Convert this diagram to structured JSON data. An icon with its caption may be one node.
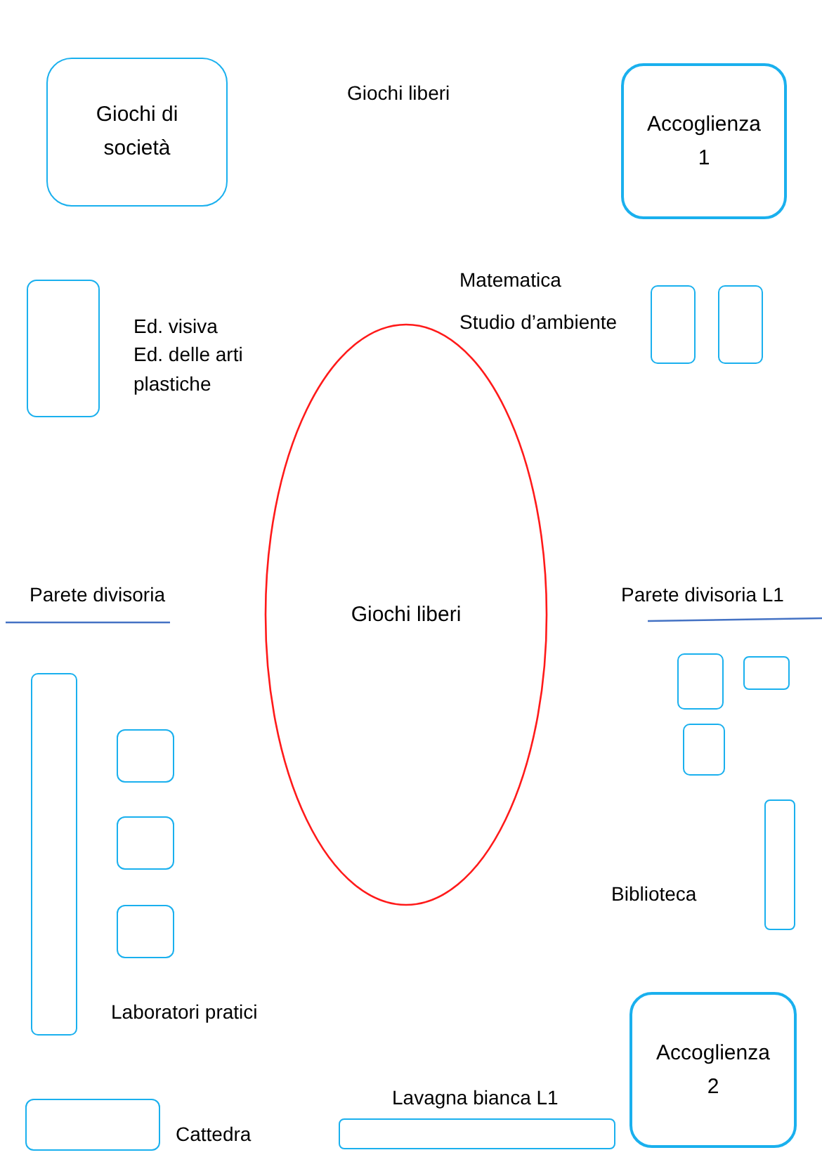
{
  "diagram": {
    "nodes": [
      {
        "text": [
          "Giochi di società"
        ]
      },
      {
        "text": [
          "Accoglienza 1"
        ]
      },
      {
        "text": [],
        "shape": "box"
      },
      {
        "text": [],
        "shape": "box"
      },
      {
        "text": [],
        "shape": "box"
      },
      {
        "text": [
          "Giochi liberi"
        ]
      },
      {
        "text": [],
        "shape": "box"
      },
      {
        "text": [],
        "shape": "box"
      },
      {
        "text": [],
        "shape": "box"
      },
      {
        "text": [],
        "shape": "box"
      },
      {
        "text": [],
        "shape": "box"
      },
      {
        "text": [],
        "shape": "box"
      },
      {
        "text": [],
        "shape": "box"
      },
      {
        "text": [],
        "shape": "box"
      },
      {
        "text": [
          "Accoglienza 2"
        ]
      },
      {
        "text": [],
        "shape": "box"
      },
      {
        "text": [],
        "shape": "box"
      }
    ],
    "labels": [
      "Giochi liberi",
      "Matematica",
      "Studio d’ambiente",
      "Ed. visiva",
      "Ed. delle arti plastiche",
      "Parete divisoria",
      "Parete divisoria L1",
      "Biblioteca",
      "Laboratori pratici",
      "Lavagna bianca L1",
      "Cattedra"
    ]
  }
}
